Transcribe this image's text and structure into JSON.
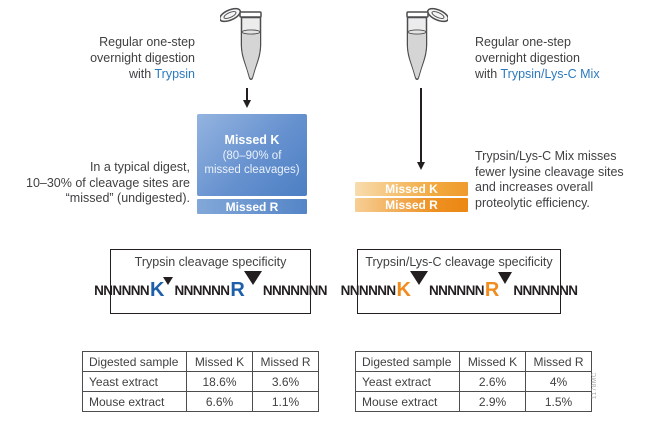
{
  "figure": {
    "left": {
      "intro": [
        "Regular one-step",
        "overnight digestion"
      ],
      "intro_with": "with ",
      "intro_enzyme": "Trypsin",
      "missed_k_title": "Missed K",
      "missed_k_sub1": "(80–90% of",
      "missed_k_sub2": "missed cleavages)",
      "missed_r": "Missed R",
      "note": [
        "In a typical digest,",
        "10–30% of cleavage sites are",
        "“missed” (undigested)."
      ]
    },
    "right": {
      "intro": [
        "Regular one-step",
        "overnight digestion"
      ],
      "intro_with": "with ",
      "intro_enzyme": "Trypsin/Lys-C Mix",
      "missed_k": "Missed K",
      "missed_r": "Missed R",
      "note": [
        "Trypsin/Lys-C Mix misses",
        "fewer lysine cleavage sites",
        "and increases overall",
        "proteolytic efficiency."
      ]
    },
    "specificity_left": {
      "title": "Trypsin cleavage specificity",
      "seg1": "NNNNNN",
      "k": "K",
      "seg2": "NNNNNN",
      "r": "R",
      "seg3": "NNNNNNN"
    },
    "specificity_right": {
      "title": "Trypsin/Lys-C cleavage specificity",
      "seg1": "NNNNNN",
      "k": "K",
      "seg2": "NNNNNN",
      "r": "R",
      "seg3": "NNNNNNN"
    },
    "table_left": {
      "headers": [
        "Digested sample",
        "Missed K",
        "Missed R"
      ],
      "rows": [
        [
          "Yeast extract",
          "18.6%",
          "3.6%"
        ],
        [
          "Mouse extract",
          "6.6%",
          "1.1%"
        ]
      ]
    },
    "table_right": {
      "headers": [
        "Digested sample",
        "Missed K",
        "Missed R"
      ],
      "rows": [
        [
          "Yeast extract",
          "2.6%",
          "4%"
        ],
        [
          "Mouse extract",
          "2.9%",
          "1.5%"
        ]
      ]
    },
    "watermark": "1178MC",
    "colors": {
      "accent_blue": "#2b7abf",
      "seq_blue": "#1d5fa9",
      "seq_orange": "#f08b1d",
      "box_blue_light": "#94b4e0",
      "box_blue_dark": "#4c7fc3",
      "bar_orange_light": "#f8dcae",
      "bar_orange_dark": "#ec8713",
      "text_dark": "#414042"
    }
  }
}
